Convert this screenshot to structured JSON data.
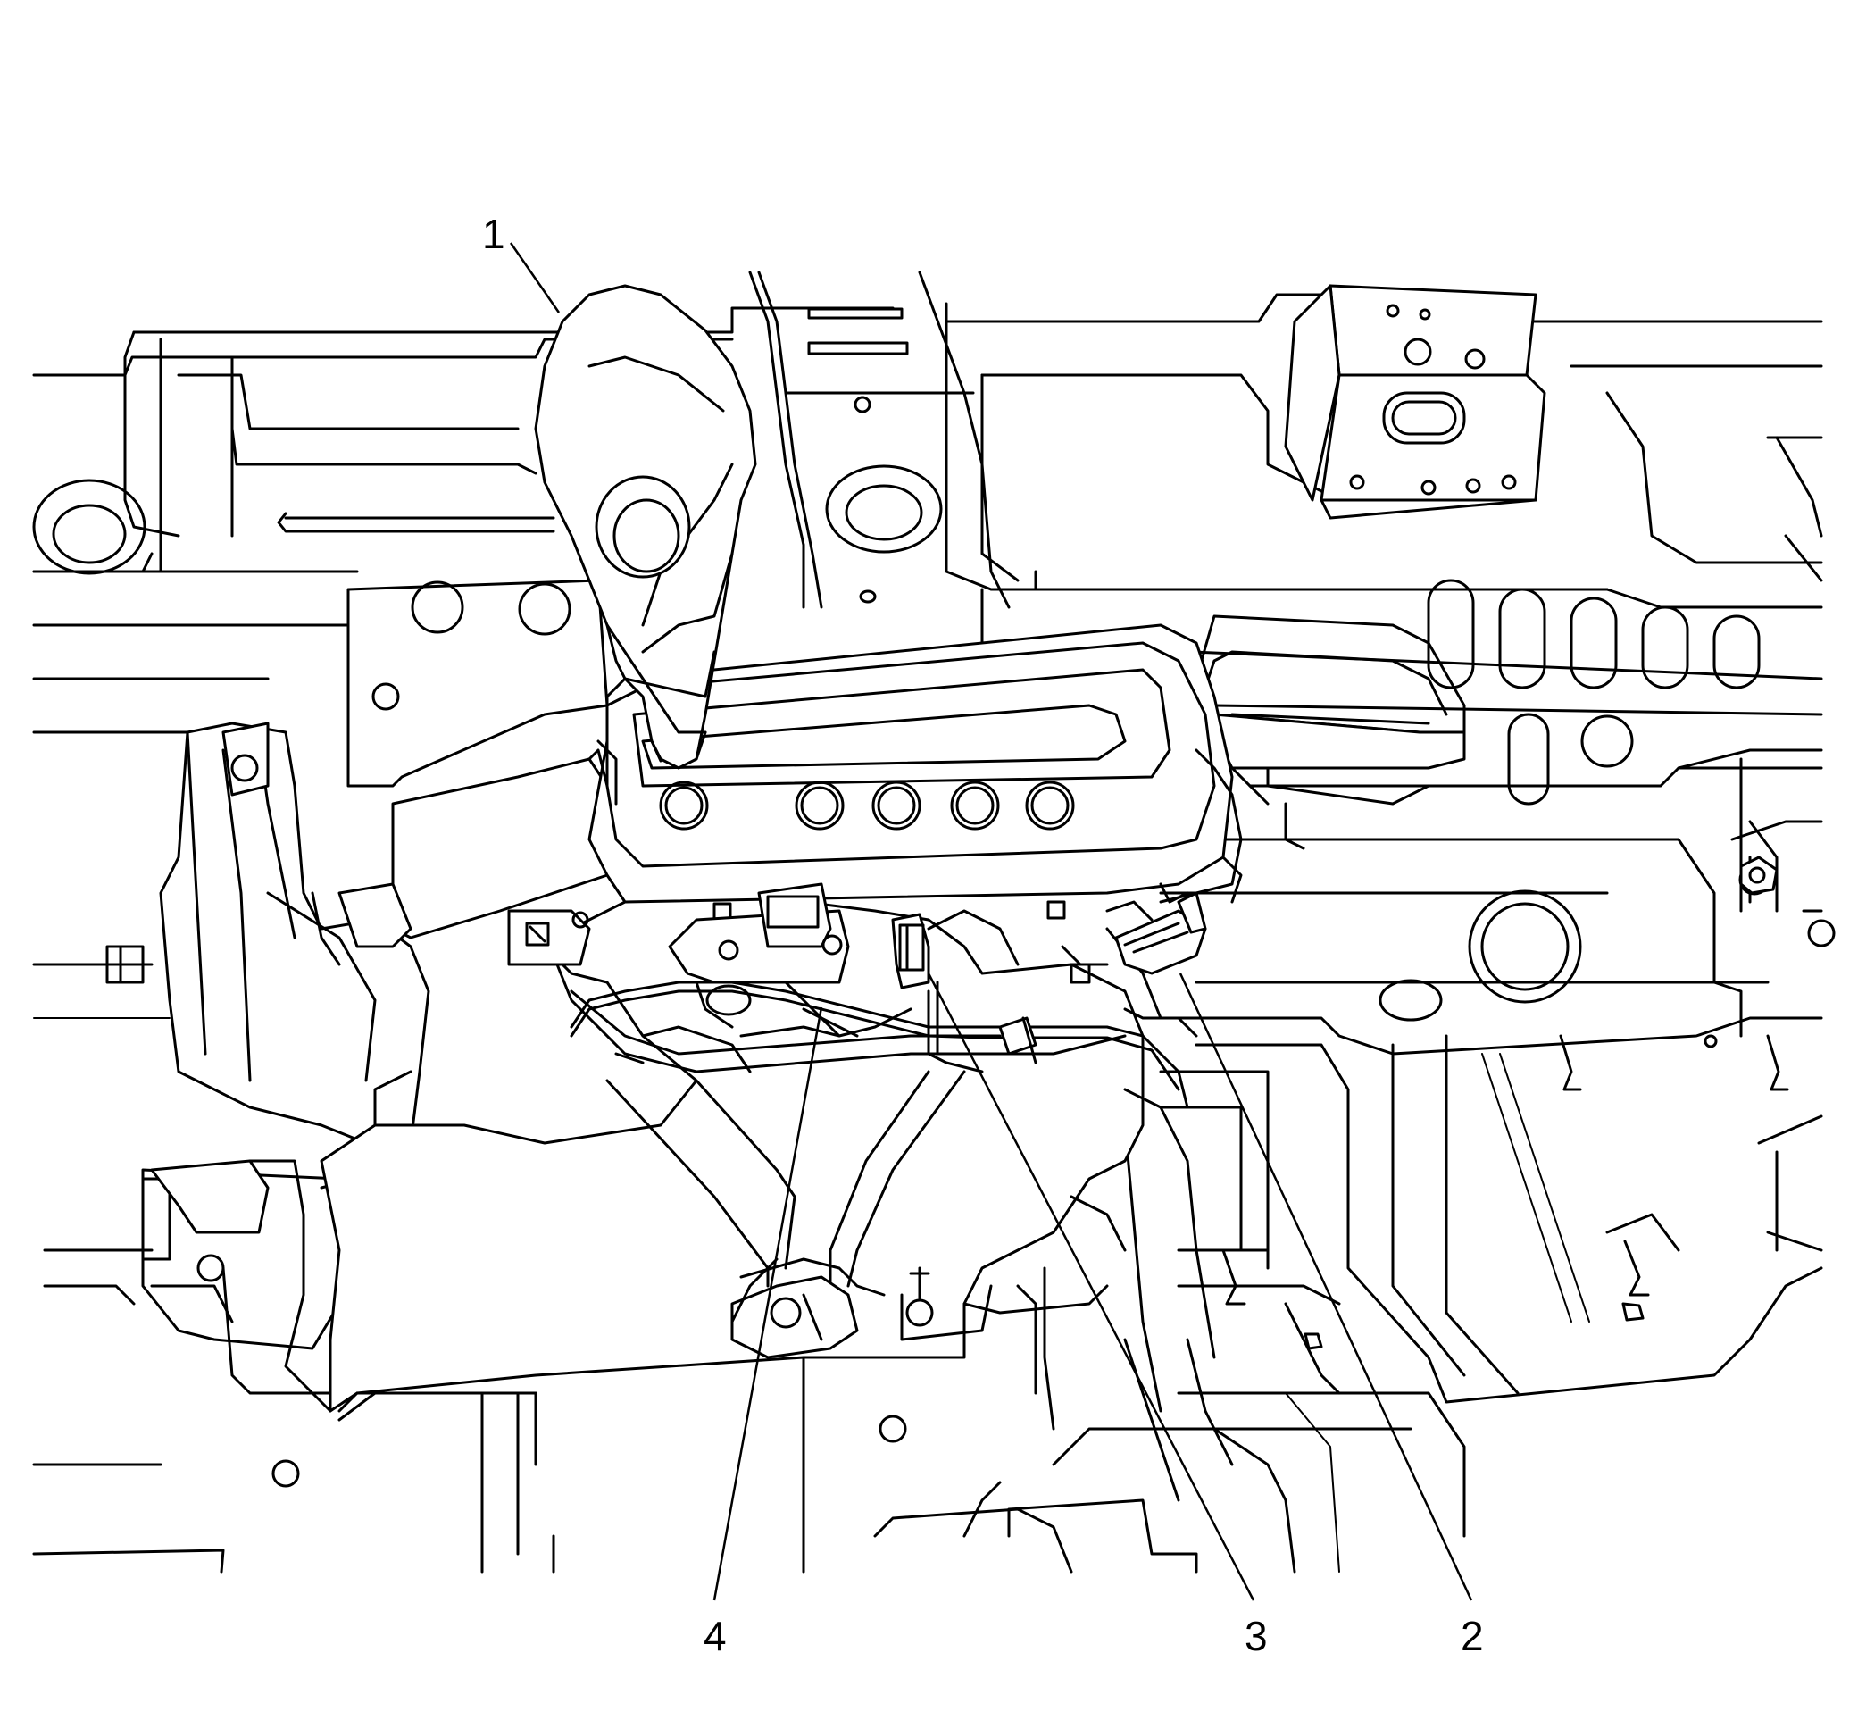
{
  "figure": {
    "callouts": [
      {
        "id": "1",
        "label": "1"
      },
      {
        "id": "2",
        "label": "2"
      },
      {
        "id": "3",
        "label": "3"
      },
      {
        "id": "4",
        "label": "4"
      }
    ],
    "colors": {
      "line": "#000000",
      "background": "#ffffff"
    }
  }
}
